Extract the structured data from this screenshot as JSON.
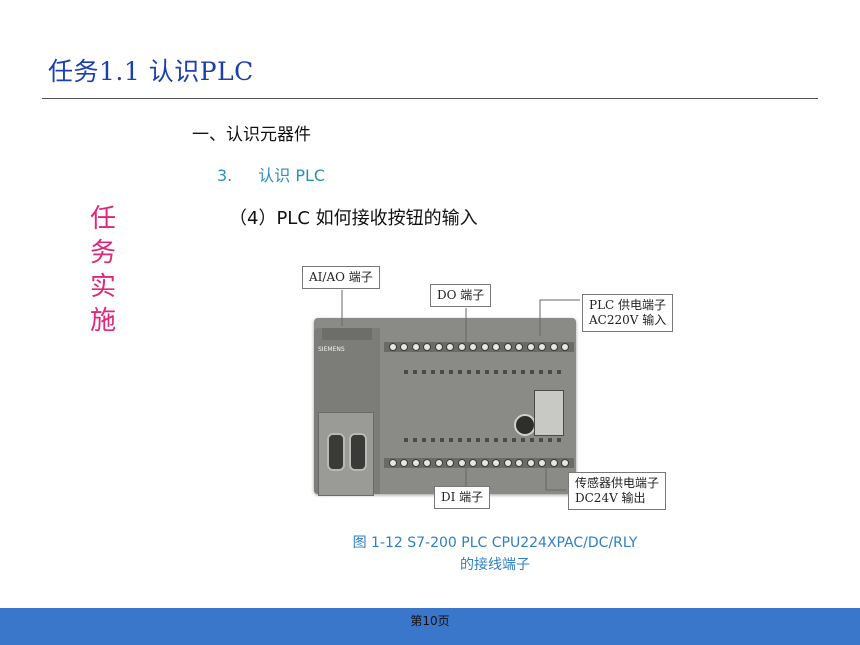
{
  "slide": {
    "title": "任务1.1 认识PLC",
    "heading1": "一、认识元器件",
    "heading2": {
      "number": "3.",
      "text": "认识 PLC"
    },
    "heading3": "（4）PLC 如何接收按钮的输入",
    "side_label": [
      "任",
      "务",
      "实",
      "施"
    ]
  },
  "figure": {
    "brand": "SIEMENS",
    "callouts": {
      "ai_ao": "AI/AO 端子",
      "do": "DO 端子",
      "plc_power_line1": "PLC 供电端子",
      "plc_power_line2": "AC220V 输入",
      "di": "DI 端子",
      "sensor_power_line1": "传感器供电端子",
      "sensor_power_line2": "DC24V 输出"
    },
    "caption_line1": "图 1-12   S7-200 PLC CPU224XPAC/DC/RLY",
    "caption_line2": "的接线端子"
  },
  "footer": {
    "page": "第10页",
    "bar_color": "#3a76c9"
  },
  "colors": {
    "title": "#1a3fb0",
    "side_label": "#e0287a",
    "heading2": "#2a8fc0",
    "caption": "#2f7fc4"
  }
}
